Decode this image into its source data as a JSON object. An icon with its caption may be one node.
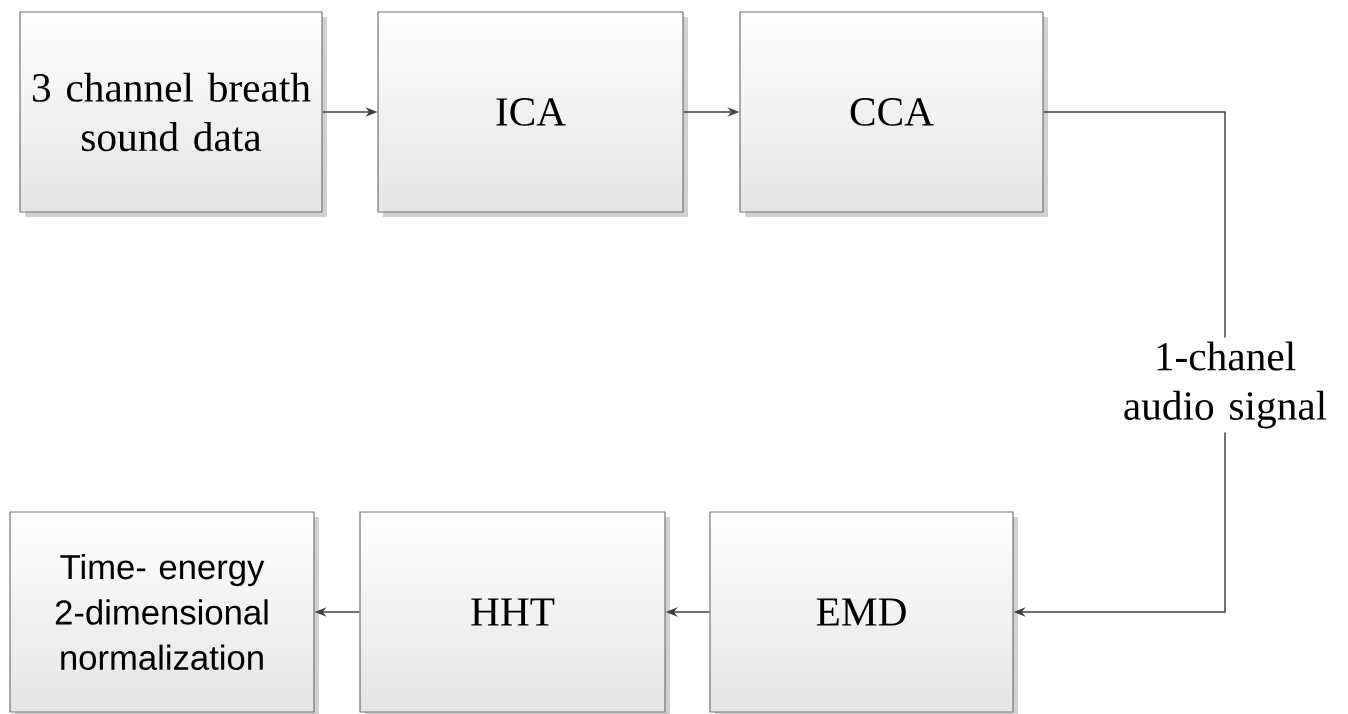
{
  "diagram": {
    "nodes": [
      {
        "text": [
          "3 channel breath sound data"
        ]
      },
      {
        "text": [
          "ICA"
        ]
      },
      {
        "text": [
          "CCA"
        ]
      },
      {
        "text": [
          "Time- energy 2-dimensional normalization"
        ]
      },
      {
        "text": [
          "HHT"
        ]
      },
      {
        "text": [
          "EMD"
        ]
      }
    ],
    "edges": [
      {
        "from": 0,
        "to": 1,
        "arrow": "to"
      },
      {
        "from": 1,
        "to": 2,
        "arrow": "to"
      },
      {
        "from": 2,
        "to": 5,
        "arrow": "to",
        "label": "1-chanel audio signal"
      },
      {
        "from": 5,
        "to": 4,
        "arrow": "to"
      },
      {
        "from": 4,
        "to": 3,
        "arrow": "to"
      }
    ]
  }
}
